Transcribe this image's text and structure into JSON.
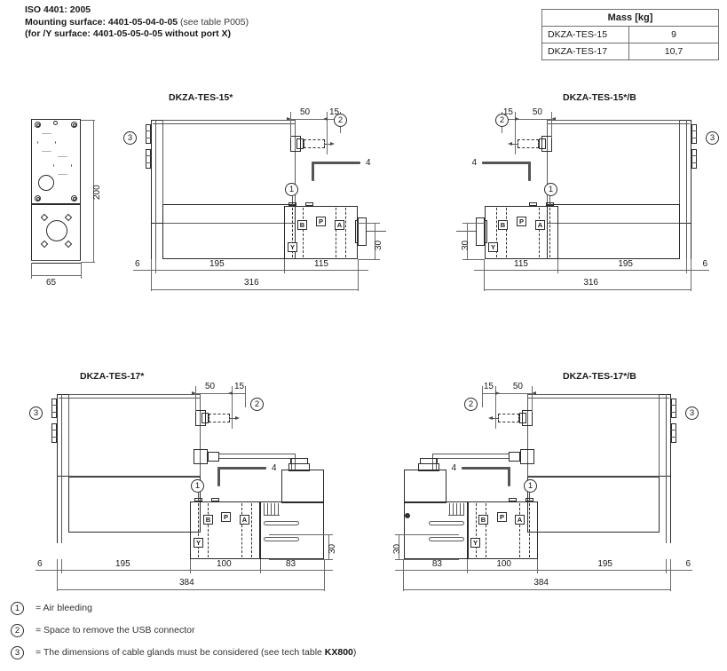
{
  "header": {
    "line1": "ISO 4401: 2005",
    "line2_bold": "Mounting surface: 4401-05-04-0-05",
    "line2_light": " (see table P005)",
    "line3": "(for /Y surface: 4401-05-05-0-05 without port X)"
  },
  "mass_table": {
    "title": "Mass [kg]",
    "rows": [
      {
        "model": "DKZA-TES-15",
        "mass": "9"
      },
      {
        "model": "DKZA-TES-17",
        "mass": "10,7"
      }
    ]
  },
  "plate_view": {
    "width_label": "65",
    "height_label": "200"
  },
  "drawings": [
    {
      "id": "dkza-tes-15",
      "title": "DKZA-TES-15*",
      "dims": {
        "base": "6",
        "body": "195",
        "valve": "115",
        "total": "316",
        "connector_space": "50",
        "connector_gap": "15",
        "height_detail": "30"
      },
      "ports": [
        "B",
        "P",
        "A",
        "Y"
      ],
      "tool_label": "4",
      "bubbles": [
        "1",
        "2",
        "3"
      ]
    },
    {
      "id": "dkza-tes-15-b",
      "title": "DKZA-TES-15*/B",
      "dims": {
        "base": "6",
        "body": "195",
        "valve": "115",
        "total": "316",
        "connector_space": "50",
        "connector_gap": "15",
        "height_detail": "30"
      },
      "ports": [
        "B",
        "P",
        "A",
        "Y"
      ],
      "tool_label": "4",
      "bubbles": [
        "1",
        "2",
        "3"
      ]
    },
    {
      "id": "dkza-tes-17",
      "title": "DKZA-TES-17*",
      "dims": {
        "base": "6",
        "body": "195",
        "valve": "100",
        "sensor": "83",
        "total": "384",
        "connector_space": "50",
        "connector_gap": "15",
        "height_detail": "30"
      },
      "ports": [
        "B",
        "P",
        "A",
        "Y"
      ],
      "tool_label": "4",
      "bubbles": [
        "1",
        "2",
        "3"
      ]
    },
    {
      "id": "dkza-tes-17-b",
      "title": "DKZA-TES-17*/B",
      "dims": {
        "base": "6",
        "body": "195",
        "valve": "100",
        "sensor": "83",
        "total": "384",
        "connector_space": "50",
        "connector_gap": "15",
        "height_detail": "30"
      },
      "ports": [
        "B",
        "P",
        "A",
        "Y"
      ],
      "tool_label": "4",
      "bubbles": [
        "1",
        "2",
        "3"
      ]
    }
  ],
  "legend": [
    {
      "mark": "1",
      "text": "= Air bleeding",
      "bold": ""
    },
    {
      "mark": "2",
      "text": "= Space to remove the USB connector",
      "bold": ""
    },
    {
      "mark": "3",
      "text_pre": "= The dimensions of cable glands must be considered (see tech table ",
      "bold": "KX800",
      "text_post": ")"
    }
  ]
}
